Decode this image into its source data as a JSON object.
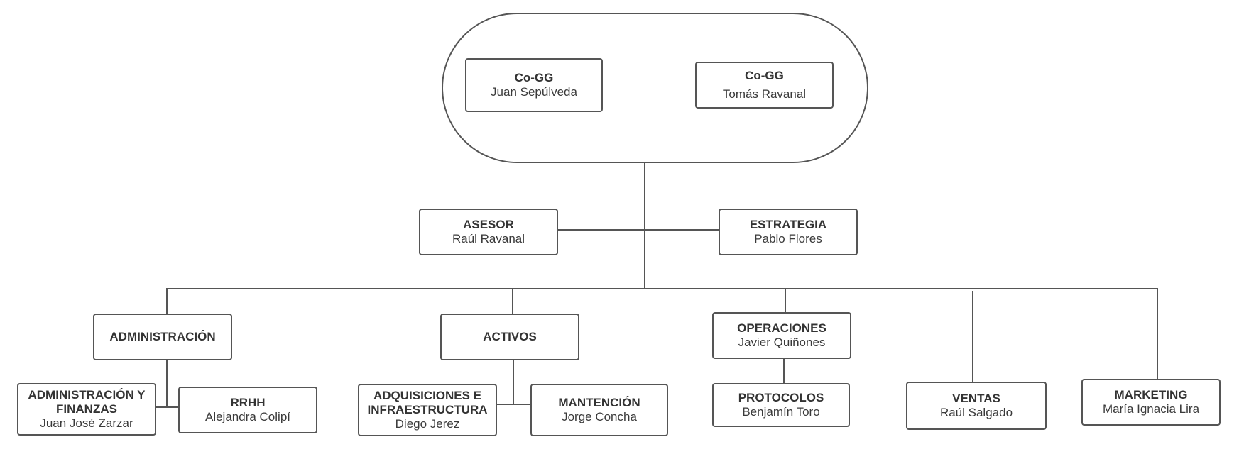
{
  "colors": {
    "stroke": "#555555",
    "text": "#333333",
    "background": "#ffffff"
  },
  "top": {
    "cogg_left": {
      "title": "Co-GG",
      "person": "Juan Sepúlveda"
    },
    "cogg_right": {
      "title": "Co-GG",
      "person": "Tomás Ravanal"
    }
  },
  "staff": {
    "asesor": {
      "title": "ASESOR",
      "person": "Raúl Ravanal"
    },
    "estrategia": {
      "title": "ESTRATEGIA",
      "person": "Pablo Flores"
    }
  },
  "departments": {
    "administracion": {
      "title": "ADMINISTRACIÓN"
    },
    "admin_finanzas": {
      "title_line1": "ADMINISTRACIÓN Y",
      "title_line2": "FINANZAS",
      "person": "Juan José Zarzar"
    },
    "rrhh": {
      "title": "RRHH",
      "person": "Alejandra Colipí"
    },
    "activos": {
      "title": "ACTIVOS"
    },
    "adquisiciones": {
      "title_line1": "ADQUISICIONES E",
      "title_line2": "INFRAESTRUCTURA",
      "person": "Diego Jerez"
    },
    "mantencion": {
      "title": "MANTENCIÓN",
      "person": "Jorge Concha"
    },
    "operaciones": {
      "title": "OPERACIONES",
      "person": "Javier Quiñones"
    },
    "protocolos": {
      "title": "PROTOCOLOS",
      "person": "Benjamín Toro"
    },
    "ventas": {
      "title": "VENTAS",
      "person": "Raúl Salgado"
    },
    "marketing": {
      "title": "MARKETING",
      "person": "María Ignacia Lira"
    }
  }
}
